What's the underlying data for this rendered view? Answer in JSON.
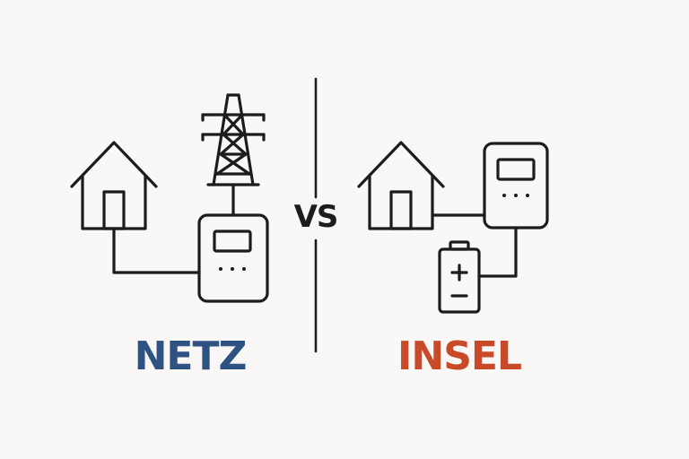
{
  "left": {
    "label": "NETZ",
    "label_color": "#2e5282"
  },
  "center": {
    "vs_label": "VS"
  },
  "right": {
    "label": "INSEL",
    "label_color": "#c84a28"
  },
  "colors": {
    "stroke": "#1c1c1c",
    "background": "#f9f8f6"
  },
  "icons": [
    "house-icon",
    "power-tower-icon",
    "inverter-icon",
    "battery-icon"
  ]
}
